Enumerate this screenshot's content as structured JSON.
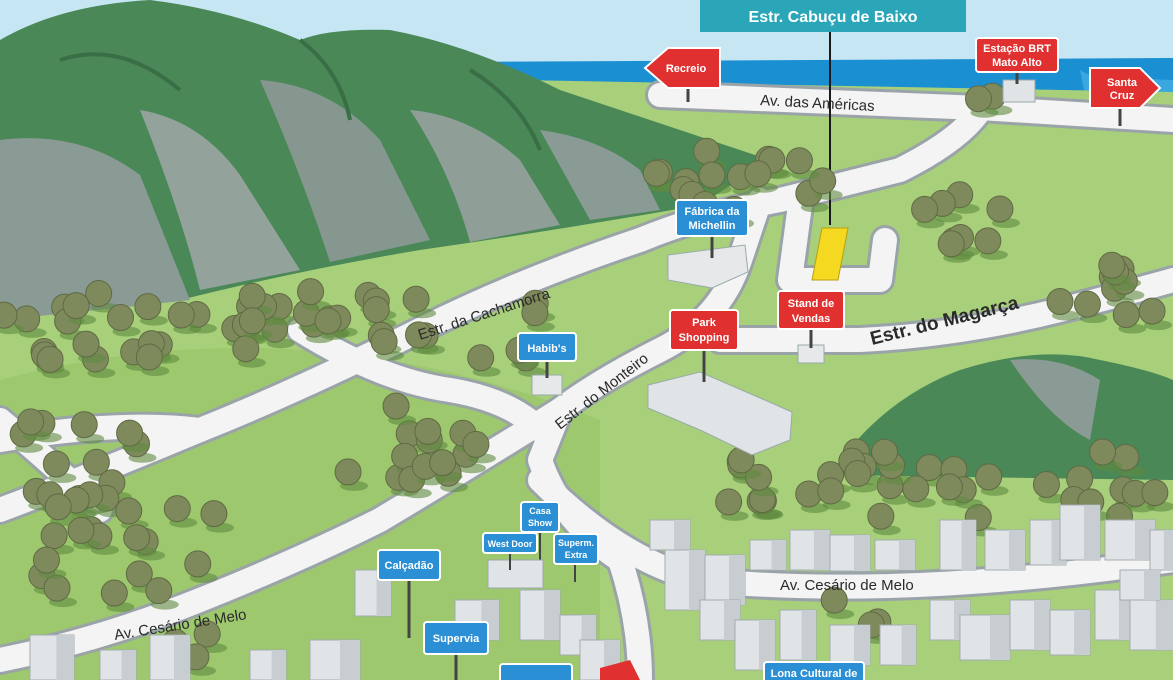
{
  "title": "Estr. Cabuçu de Baixo",
  "colors": {
    "sky": "#bfe3f4",
    "sea": "#1a8fd1",
    "grass": "#a8cf7a",
    "grass_dark": "#8fbf63",
    "road": "#f2f2f2",
    "road_edge": "#9aa4a8",
    "mountain": "#4f8a5a",
    "rock": "#8a9a94",
    "tree": "#7e8a5c",
    "building": "#e1e4e6",
    "sign_red": "#e03030",
    "sign_blue": "#2a8fd4",
    "banner": "#2ba6b8",
    "lot": "#f5d820"
  },
  "roads": {
    "americas": "Av.   das  Américas",
    "cachamorra": "Estr. da Cachamorra",
    "monteiro": "Estr. do Monteiro",
    "magarca": "Estr. do Magarça",
    "cesario_left": "Av. Cesário de Melo",
    "cesario_right": "Av. Cesário de Melo"
  },
  "signs": {
    "recreio": "Recreio",
    "santa_cruz_1": "Santa",
    "santa_cruz_2": "Cruz",
    "brt_1": "Estação BRT",
    "brt_2": "Mato Alto",
    "michellin_1": "Fábrica da",
    "michellin_2": "Michellin",
    "habibs": "Habib's",
    "park_1": "Park",
    "park_2": "Shopping",
    "stand_1": "Stand de",
    "stand_2": "Vendas",
    "casa_1": "Casa",
    "casa_2": "Show",
    "westdoor": "West Door",
    "superm_1": "Superm.",
    "superm_2": "Extra",
    "calcadao": "Calçadão",
    "supervia": "Supervia",
    "lona": "Lona Cultural de"
  }
}
